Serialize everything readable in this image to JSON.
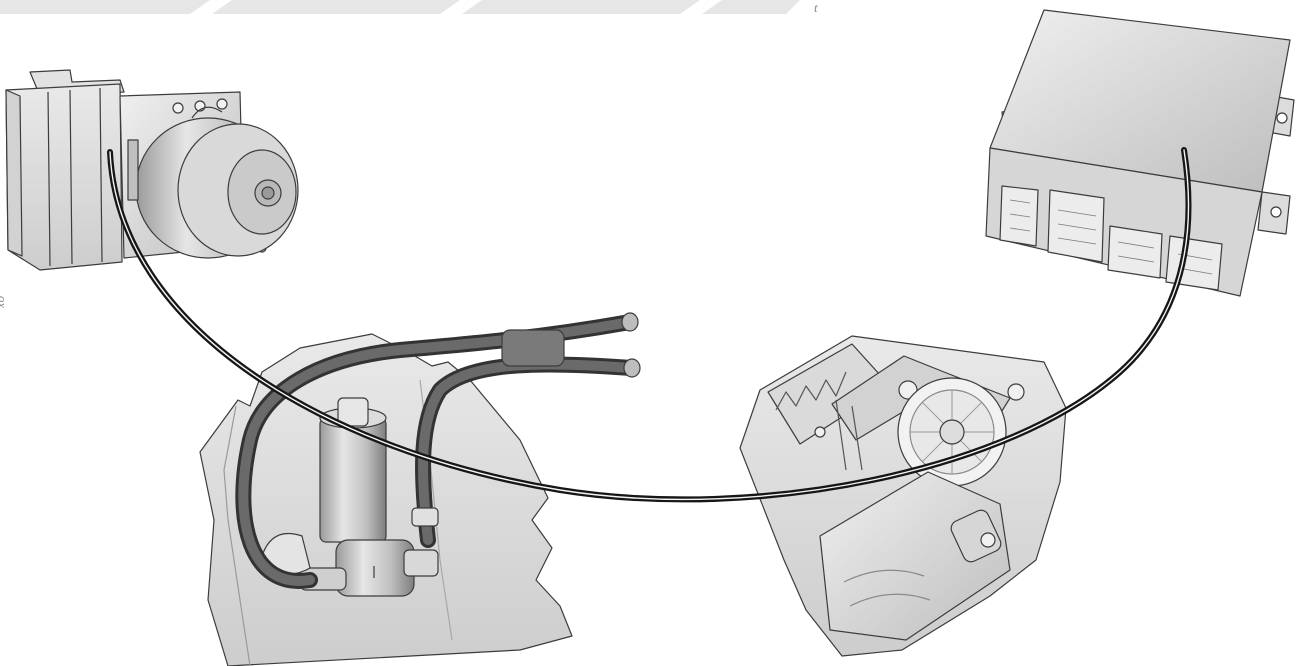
{
  "figure": {
    "colors": {
      "background": "#ffffff",
      "band": "#e6e6e6",
      "wire": "#161616",
      "wire_highlight": "#f4f4f4",
      "metal_light": "#e4e4e4",
      "metal_mid": "#c4c4c4",
      "metal_dark": "#8e8e8e",
      "outline": "#3c3c3c",
      "hose": "#4a4a4a"
    },
    "components": [
      {
        "name": "abs-hydraulic-unit"
      },
      {
        "name": "control-module"
      },
      {
        "name": "washer-pump"
      },
      {
        "name": "window-motor"
      }
    ],
    "edge_glyphs": {
      "top_right": "t",
      "left": "ox"
    }
  }
}
